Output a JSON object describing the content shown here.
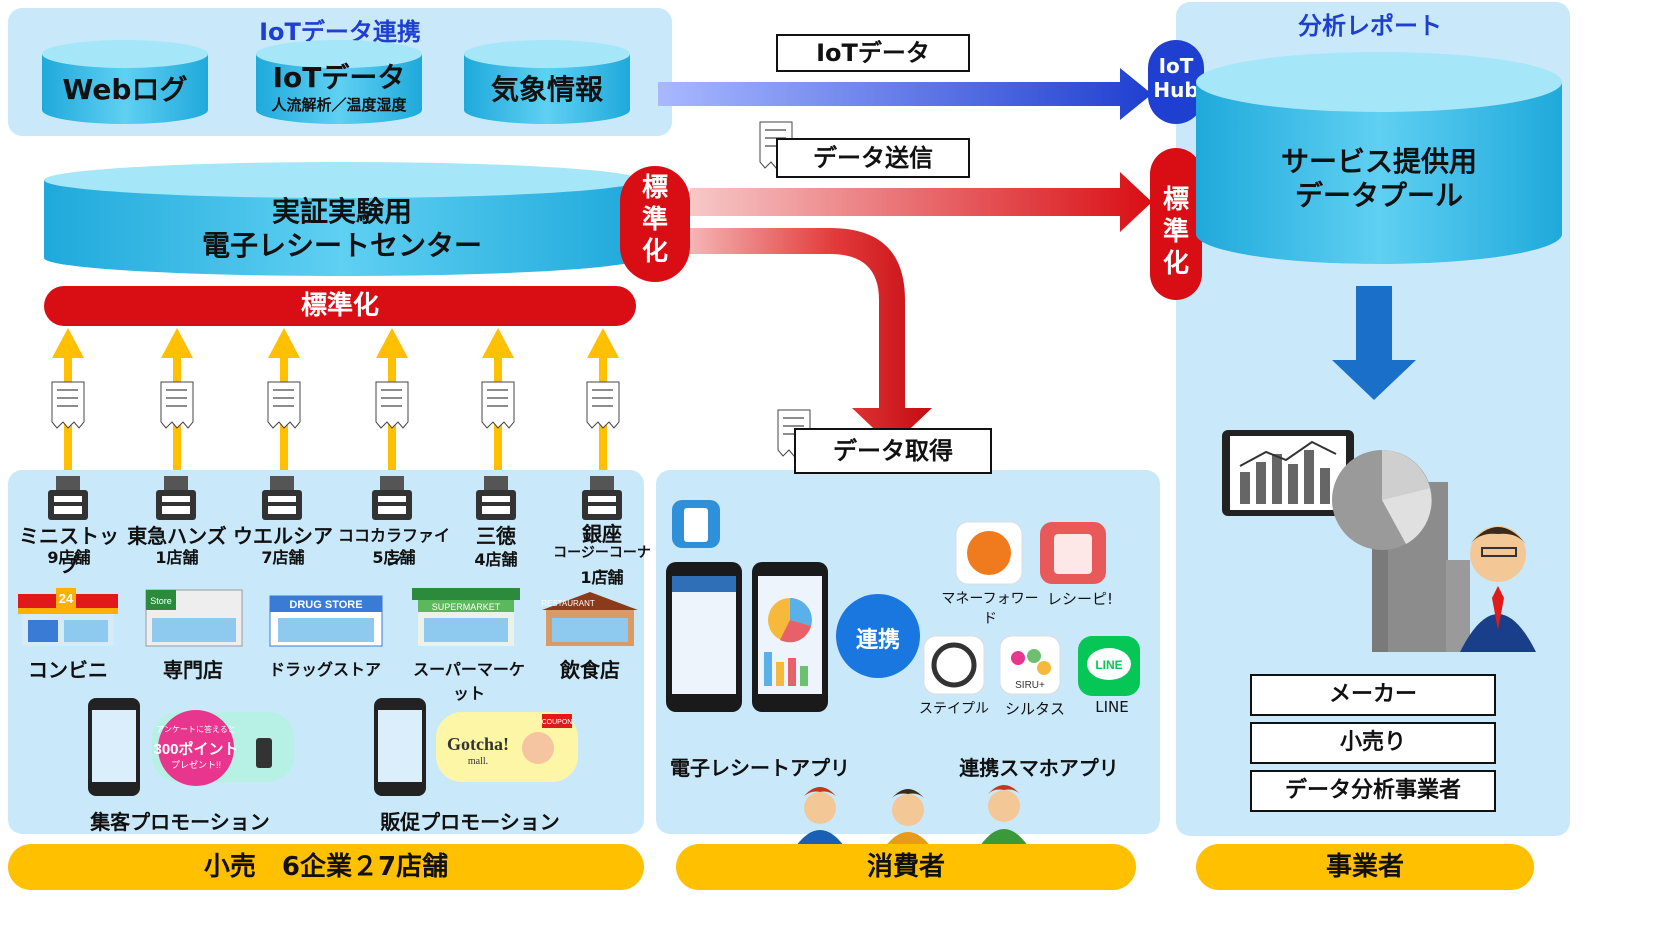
{
  "iot_panel": {
    "title": "IoTデータ連携",
    "web_log": "Webログ",
    "iot_data": "IoTデータ",
    "iot_sub": "人流解析／温度湿度",
    "weather": "気象情報"
  },
  "center": {
    "line1": "実証実験用",
    "line2": "電子レシートセンター",
    "standardize_bar": "標準化",
    "standardize_pill": [
      "標",
      "準",
      "化"
    ]
  },
  "stores": [
    {
      "name": "ミニストップ",
      "count": "9店舗"
    },
    {
      "name": "東急ハンズ",
      "count": "1店舗"
    },
    {
      "name": "ウエルシア",
      "count": "7店舗"
    },
    {
      "name": "ココカラファイン",
      "count": "5店舗"
    },
    {
      "name": "三徳",
      "count": "4店舗"
    },
    {
      "name": "銀座",
      "name2": "コージーコーナー",
      "count": "1店舗"
    }
  ],
  "store_types": [
    "コンビニ",
    "専門店",
    "ドラッグストア",
    "スーパーマーケット",
    "飲食店"
  ],
  "store_signs": {
    "convenience": "24",
    "specialty": "Store",
    "drug": "DRUG STORE",
    "super": "SUPERMARKET",
    "restaurant": "RESTAURANT"
  },
  "promotions": {
    "customer": "集客プロモーション",
    "sales": "販促プロモーション",
    "points_small": "アンケートに答えると",
    "points_big": "300ポイント",
    "points_tail": "プレゼント!!",
    "gotcha": "Gotcha!",
    "gotcha_sub": "mall.",
    "coupon": "COUPON"
  },
  "flows": {
    "iot_data": "IoTデータ",
    "data_send": "データ送信",
    "data_get": "データ取得",
    "iot_hub": [
      "IoT",
      "Hub"
    ]
  },
  "consumer": {
    "receipt_app": "電子レシートアプリ",
    "link_apps": "連携スマホアプリ",
    "link_badge": "連携",
    "apps": [
      "マネーフォワード",
      "レシーピ!",
      "ステイプル",
      "シルタス",
      "LINE"
    ],
    "line_logo": "LINE",
    "siru_logo": "SIRU+"
  },
  "report": {
    "title": "分析レポート",
    "pool_line1": "サービス提供用",
    "pool_line2": "データプール",
    "roles": [
      "メーカー",
      "小売り",
      "データ分析事業者"
    ]
  },
  "footer": {
    "retail": "小売　6企業２7店舗",
    "consumer": "消費者",
    "business": "事業者"
  },
  "colors": {
    "panel": "#c9e9fb",
    "cylinder_top": "#7dd9f5",
    "cylinder_body": "#3cbde8",
    "red": "#d90e14",
    "yellow": "#ffc000",
    "blue_title": "#1f3fd0",
    "hub_blue": "#1f3fd0"
  }
}
